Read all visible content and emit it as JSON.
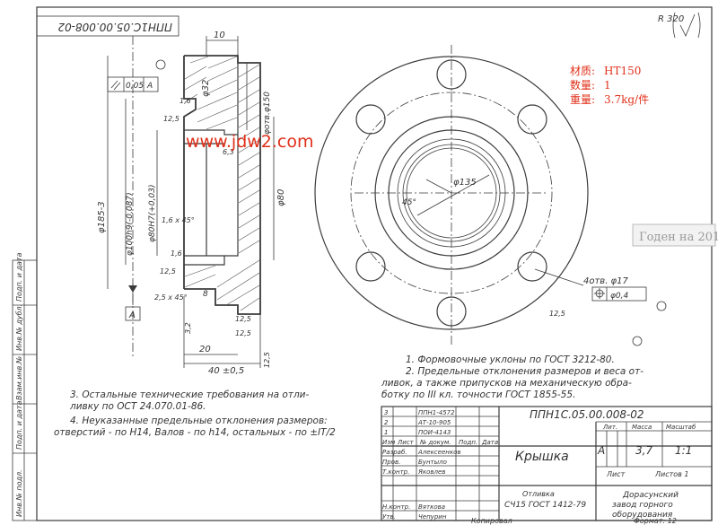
{
  "drawing_number_rotated": "ППН1С.05.00.008-02",
  "roughness_note": "R 320",
  "watermark": "www.jdw2.com",
  "stamp_text": "Годен на 201",
  "properties": {
    "material_label": "材质:",
    "material_value": "HT150",
    "quantity_label": "数量:",
    "quantity_value": "1",
    "weight_label": "重量:",
    "weight_value": "3.7kg/件"
  },
  "dims": {
    "d10": "10",
    "tol_frame_value": "0,05",
    "tol_frame_datum": "A",
    "d32": "φ32",
    "d16a": "1,6",
    "d125a": "12,5",
    "d150": "φотв.φ150",
    "d63": "6,3",
    "d185": "φ185-3",
    "d100": "φ100h9(-0,087)",
    "d80h7": "φ80H7(+0,03)",
    "d80": "φ80",
    "chamfer1": "1,6 x 45°",
    "d16b": "1,6",
    "d125b": "12,5",
    "datum_a": "A",
    "chamfer2": "2,5 x 45°",
    "d8": "8",
    "d32b": "3,2",
    "d125c": "12,5",
    "d125d": "12,5",
    "d20": "20",
    "d40": "40 ±0,5",
    "d125e": "12,5",
    "d135": "φ135",
    "ang45": "45°",
    "holes": "4отв. φ17",
    "pos_tol": "φ0,4",
    "d125f": "12,5"
  },
  "notes": [
    "1. Формовочные уклоны  по ГОСТ 3212-80.",
    "2. Предельные отклонения размеров и веса от-",
    "ливок, а также припусков на механическую обра-",
    "ботку по III кл. точности ГОСТ 1855-55.",
    "3. Остальные  технические требования на отли-",
    "ливку  по  ОСТ 24.070.01-86.",
    "4. Неуказанные предельные отклонения размеров:",
    "отверстий - по Н14,  Валов - по h14,  остальных - по ±IT/2"
  ],
  "side_labels": [
    "Инв.№ подл.",
    "Подп. и дата",
    "Взам.инв.№",
    "Инв.№ дубл.",
    "Подп. и дата"
  ],
  "title_block": {
    "rev_rows": [
      [
        "3",
        "",
        "ППН1-4572",
        "",
        ""
      ],
      [
        "2",
        "",
        "АТ-10-905",
        "",
        ""
      ],
      [
        "1",
        "",
        "ПОИ-4143",
        "",
        ""
      ]
    ],
    "header_row": [
      "Изм",
      "Лист",
      "№ докум.",
      "Подп.",
      "Дата"
    ],
    "staff": [
      [
        "Разраб.",
        "Алексеенков"
      ],
      [
        "Пров.",
        "Бунтыло"
      ],
      [
        "Т.контр.",
        "Яковлев"
      ],
      [
        "Н.контр.",
        "Вяткова"
      ],
      [
        "Утв.",
        "Чепурин"
      ]
    ],
    "designation": "ППН1С.05.00.008-02",
    "part_name": "Крышка",
    "material_line1": "Отливка",
    "material_line2": "СЧ15 ГОСТ 1412-79",
    "lit_label": "Лит.",
    "mass_label": "Масса",
    "scale_label": "Масштаб",
    "lit_value": "А",
    "mass_value": "3,7",
    "scale_value": "1:1",
    "sheet_label": "Лист",
    "sheets_label": "Листов 1",
    "company_line1": "Дорасунский",
    "company_line2": "завод горного",
    "company_line3": "оборудования",
    "copied_label": "Копировал",
    "format_label": "Формат: 12"
  }
}
